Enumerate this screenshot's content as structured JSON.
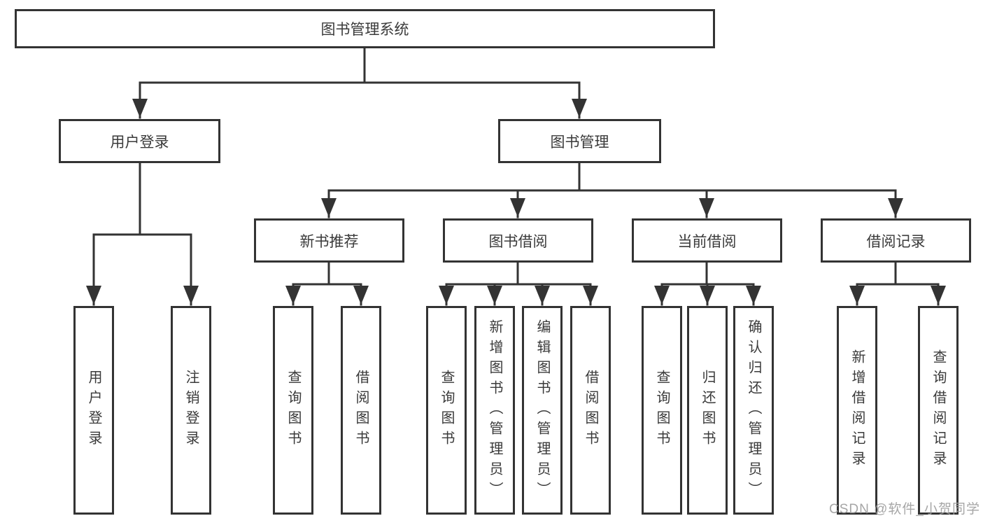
{
  "tree": {
    "root": "图书管理系统",
    "user_login": {
      "label": "用户登录",
      "children": [
        "用户登录",
        "注销登录"
      ]
    },
    "book_mgmt": {
      "label": "图书管理",
      "groups": [
        {
          "label": "新书推荐",
          "children": [
            "查询图书",
            "借阅图书"
          ]
        },
        {
          "label": "图书借阅",
          "children": [
            "查询图书",
            "新增图书（管理员）",
            "编辑图书（管理员）",
            "借阅图书"
          ]
        },
        {
          "label": "当前借阅",
          "children": [
            "查询图书",
            "归还图书",
            "确认归还（管理员）"
          ]
        },
        {
          "label": "借阅记录",
          "children": [
            "新增借阅记录",
            "查询借阅记录"
          ]
        }
      ]
    }
  },
  "watermark": "CSDN @软件_小贺同学",
  "colors": {
    "line": "#333333",
    "box_border": "#333333",
    "text": "#3a3a3a",
    "watermark": "#9e9e9e",
    "background": "#ffffff"
  }
}
